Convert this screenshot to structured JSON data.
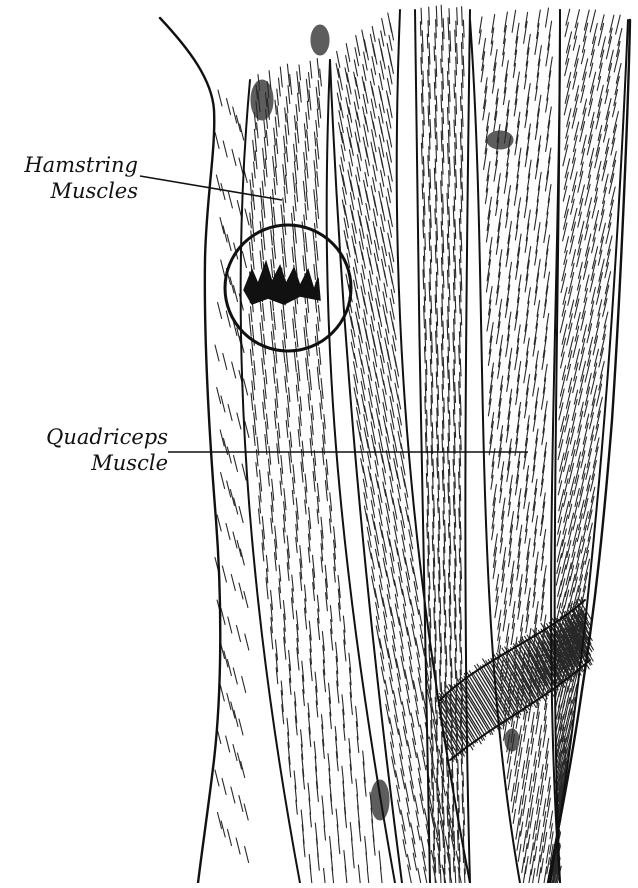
{
  "labels": {
    "hamstring": {
      "line1": "Hamstring",
      "line2": "Muscles"
    },
    "quadriceps": {
      "line1": "Quadriceps",
      "line2": "Muscle"
    }
  },
  "colors": {
    "ink": "#111111",
    "paper": "#ffffff"
  }
}
